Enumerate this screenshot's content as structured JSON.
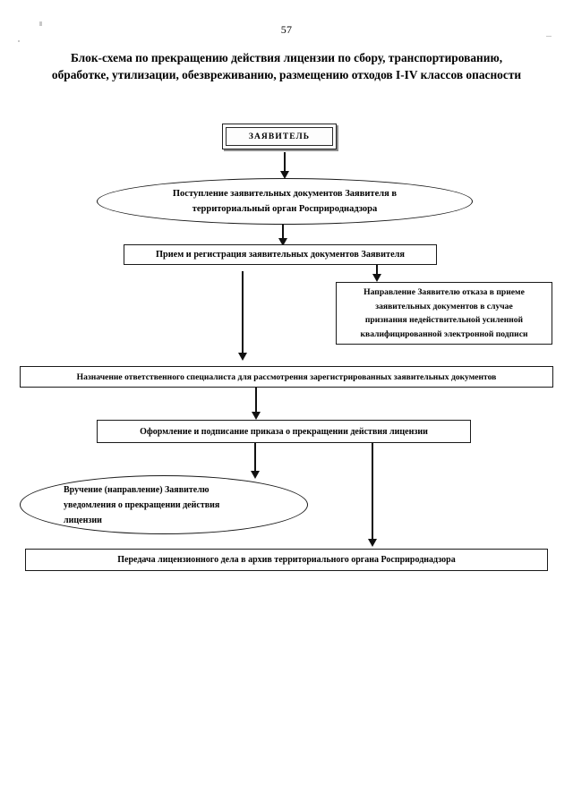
{
  "document": {
    "page_number": "57",
    "title": "Блок-схема по прекращению действия лицензии по сбору, транспортированию, обработке, утилизации, обезвреживанию, размещению отходов I-IV классов опасности"
  },
  "flowchart": {
    "type": "flowchart",
    "nodes": [
      {
        "id": "applicant",
        "shape": "terminator",
        "label": "ЗАЯВИТЕЛЬ"
      },
      {
        "id": "submission",
        "shape": "ellipse",
        "line1": "Поступление заявительных документов Заявителя  в",
        "line2": "территориальный орган Росприроднадзора"
      },
      {
        "id": "registration",
        "shape": "box",
        "label": "Прием и регистрация заявительных документов Заявителя"
      },
      {
        "id": "refusal",
        "shape": "box",
        "line1": "Направление Заявителю отказа в приеме",
        "line2": "заявительных документов в случае",
        "line3": "признания недействительной усиленной",
        "line4": "квалифицированной электронной подписи"
      },
      {
        "id": "assignment",
        "shape": "box",
        "label": "Назначение ответственного специалиста для рассмотрения зарегистрированных заявительных документов"
      },
      {
        "id": "order",
        "shape": "box",
        "label": "Оформление и подписание приказа о прекращении действия лицензии"
      },
      {
        "id": "notification",
        "shape": "ellipse",
        "line1": "Вручение (направление) Заявителю",
        "line2": "уведомления о прекращении действия",
        "line3": "лицензии"
      },
      {
        "id": "archive",
        "shape": "box",
        "label": "Передача лицензионного дела в архив территориального органа Росприроднадзора"
      }
    ],
    "edges": [
      {
        "from": "applicant",
        "to": "submission"
      },
      {
        "from": "submission",
        "to": "registration"
      },
      {
        "from": "registration",
        "to": "assignment"
      },
      {
        "from": "registration",
        "to": "refusal"
      },
      {
        "from": "assignment",
        "to": "order"
      },
      {
        "from": "order",
        "to": "notification"
      },
      {
        "from": "order",
        "to": "archive"
      }
    ]
  },
  "colors": {
    "ink": "#000000",
    "paper": "#ffffff",
    "shadow": "#8e8e8e"
  }
}
